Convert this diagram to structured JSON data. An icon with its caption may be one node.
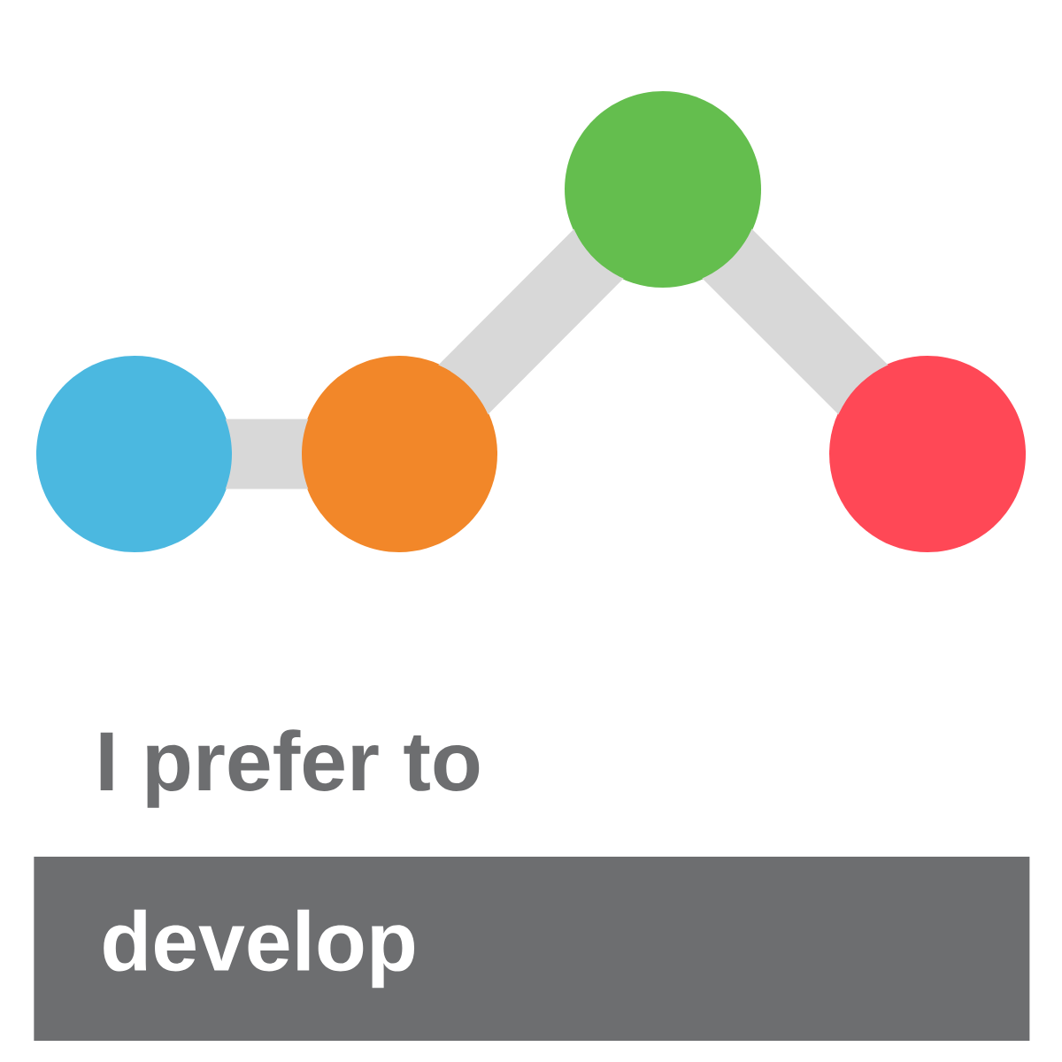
{
  "diagram": {
    "nodes": [
      {
        "text": [],
        "shape": "circle"
      },
      {
        "text": [],
        "shape": "circle"
      },
      {
        "text": [],
        "shape": "circle"
      },
      {
        "text": [],
        "shape": "circle"
      },
      {
        "text": [
          "develop"
        ]
      }
    ],
    "edges": [
      {
        "from": 0,
        "to": 1,
        "arrow": "none"
      },
      {
        "from": 1,
        "to": 2,
        "arrow": "none"
      },
      {
        "from": 2,
        "to": 3,
        "arrow": "none"
      }
    ],
    "labels": [
      "I prefer to"
    ]
  }
}
